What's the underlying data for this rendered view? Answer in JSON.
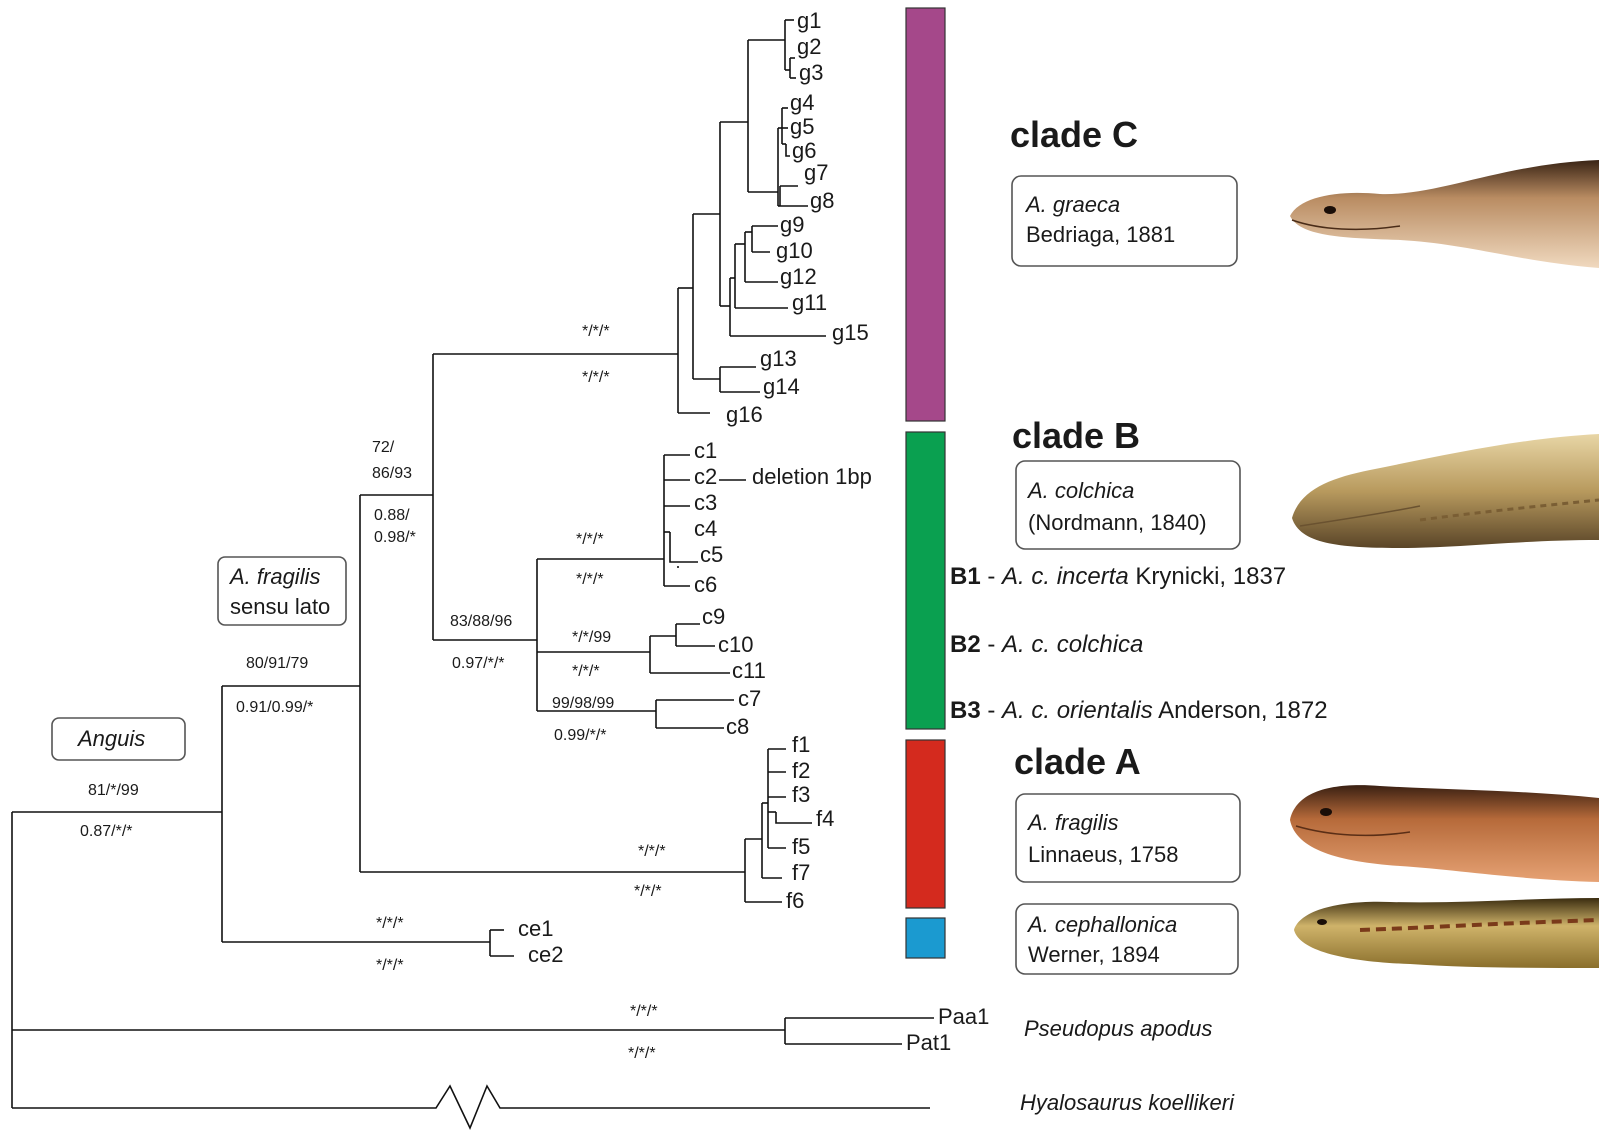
{
  "tips": {
    "g": [
      "g1",
      "g2",
      "g3",
      "g4",
      "g5",
      "g6",
      "g7",
      "g8",
      "g9",
      "g10",
      "g12",
      "g11",
      "g15",
      "g13",
      "g14",
      "g16"
    ],
    "c": [
      "c1",
      "c2",
      "c3",
      "c4",
      "c5",
      "c6",
      "c9",
      "c10",
      "c11",
      "c7",
      "c8"
    ],
    "f": [
      "f1",
      "f2",
      "f3",
      "f4",
      "f5",
      "f7",
      "f6"
    ],
    "ce": [
      "ce1",
      "ce2"
    ],
    "pseudo": [
      "Paa1",
      "Pat1"
    ]
  },
  "annotations": {
    "deletion": "deletion 1bp",
    "anguis": "Anguis",
    "fragilis_box": {
      "line1": "A. fragilis",
      "line2": "sensu lato"
    }
  },
  "support": {
    "root_top": "81/*/99",
    "root_bottom": "0.87/*/*",
    "fragilis_top": "80/91/79",
    "fragilis_bottom": "0.91/0.99/*",
    "bc_top1": "72/",
    "bc_top2": "86/93",
    "bc_bottom1": "0.88/",
    "bc_bottom2": "0.98/*",
    "c_clade_top": "*/*/*",
    "c_clade_bottom": "*/*/*",
    "b_clade_top": "83/88/96",
    "b_clade_bottom": "0.97/*/*",
    "b1_top": "*/*/*",
    "b1_bottom": "*/*/*",
    "b2_top": "*/*/99",
    "b2_bottom": "*/*/*",
    "b3_top": "99/98/99",
    "b3_bottom": "0.99/*/*",
    "a_top": "*/*/*",
    "a_bottom": "*/*/*",
    "ce_top": "*/*/*",
    "ce_bottom": "*/*/*",
    "pa_top": "*/*/*",
    "pa_bottom": "*/*/*"
  },
  "clades": {
    "C": {
      "title": "clade C",
      "species": "A. graeca",
      "author": "Bedriaga, 1881",
      "color": "#a5488a"
    },
    "B": {
      "title": "clade B",
      "species": "A. colchica",
      "author": "(Nordmann, 1840)",
      "color": "#0aa050"
    },
    "A": {
      "title": "clade A",
      "species": "A. fragilis",
      "author": "Linnaeus, 1758",
      "color": "#d42a1e"
    },
    "cephallonica": {
      "species": "A. cephallonica",
      "author": "Werner, 1894",
      "color": "#1b9ad0"
    }
  },
  "subclades": [
    {
      "code": "B1",
      "sep": " - ",
      "taxon": "A. c. incerta",
      "author": " Krynicki, 1837"
    },
    {
      "code": "B2",
      "sep": " - ",
      "taxon": "A. c. colchica",
      "author": ""
    },
    {
      "code": "B3",
      "sep": " - ",
      "taxon": "A. c. orientalis",
      "author": " Anderson, 1872"
    }
  ],
  "outgroups": {
    "pseudopus": "Pseudopus apodus",
    "hyalosaurus": "Hyalosaurus koellikeri"
  },
  "photos": [
    {
      "name": "graeca-head-photo",
      "colors": [
        "#f0d9bf",
        "#b98c62",
        "#3a2415"
      ]
    },
    {
      "name": "colchica-head-photo",
      "colors": [
        "#e8d6a6",
        "#b89a5e",
        "#5a4528"
      ]
    },
    {
      "name": "fragilis-head-photo",
      "colors": [
        "#e6a274",
        "#b66a3a",
        "#3a2012"
      ]
    },
    {
      "name": "cephallonica-head-photo",
      "colors": [
        "#cfb36a",
        "#8a6f2c",
        "#3a2c10"
      ]
    }
  ]
}
